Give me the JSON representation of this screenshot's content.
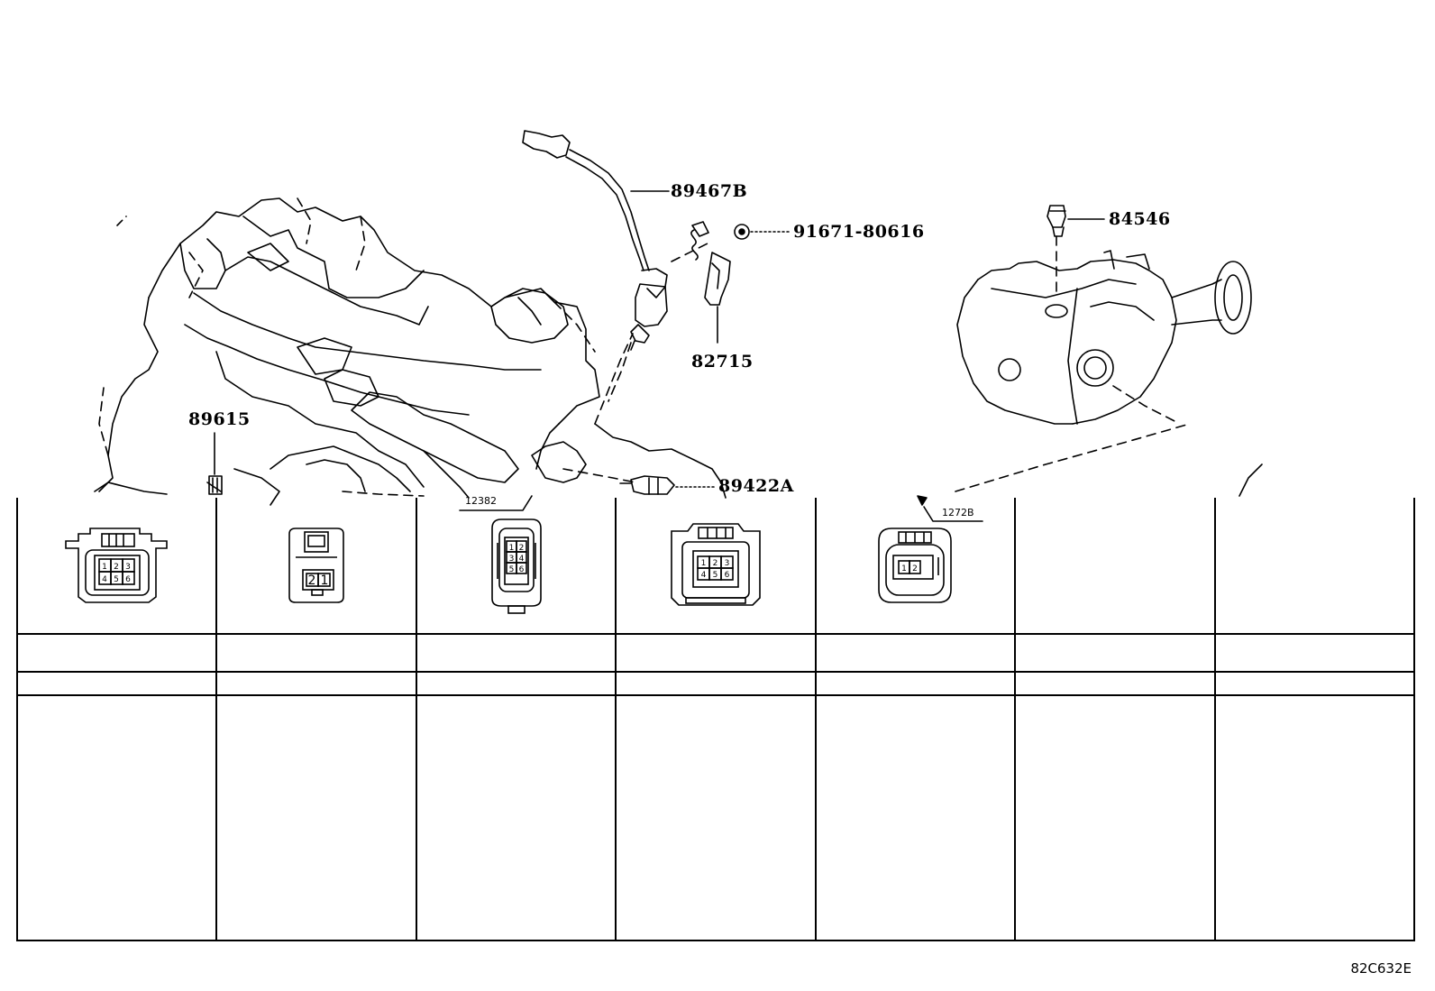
{
  "callouts": {
    "p89467B": "89467B",
    "p91671": "91671-80616",
    "p84546": "84546",
    "p82715": "82715",
    "p89615": "89615",
    "p89422A": "89422A"
  },
  "connector_refs": {
    "r12382": "12382",
    "r1272B": "1272B"
  },
  "connectors": [
    {
      "pins": [
        "1",
        "2",
        "3",
        "4",
        "5",
        "6"
      ]
    },
    {
      "pins": [
        "2",
        "1"
      ]
    },
    {
      "pins": [
        "1",
        "2",
        "3",
        "4",
        "5",
        "6"
      ]
    },
    {
      "pins": [
        "1",
        "2",
        "3",
        "4",
        "5",
        "6"
      ]
    },
    {
      "pins": [
        "1",
        "2"
      ]
    },
    {
      "pins": []
    },
    {
      "pins": []
    }
  ],
  "diagram_code": "82C632E"
}
